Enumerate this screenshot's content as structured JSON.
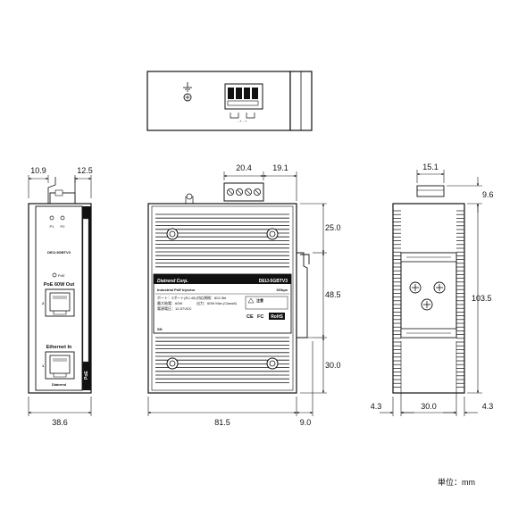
{
  "drawing": {
    "top_view": {
      "ground_symbol": "ground-icon",
      "terminal_label": "-  +  -  +"
    },
    "front_view": {
      "port_labels": [
        "P1",
        "P2"
      ],
      "model_label": "DEIJ-5GBTV3",
      "pwr_label": "PoE",
      "poe_out_label": "PoE 60W Out",
      "poe_out_port_no": "2",
      "ethernet_in_label": "Ethernet In",
      "ethernet_in_port_no": "1",
      "brand_small": "Diatrend",
      "side_label": "PoE"
    },
    "main_view": {
      "brand": "Diatrend Corp.",
      "model": "DEIJ-5GBTV3",
      "speed": "5Gbps",
      "subtitle": "Industrial PoE Injector",
      "spec_lines": [
        "ポート：2ポート(RJ-45)",
        "対応規格：802.3bt",
        "最大給電：60W",
        "電源電圧：12-57VDC",
        "出力：60W Max.(Class8)"
      ],
      "caution_label": "注意",
      "cert_marks": [
        "CE",
        "FC",
        "RoHS"
      ],
      "sn_label": "SN"
    },
    "dimensions": {
      "front_left": "10.9",
      "front_right": "12.5",
      "front_width": "38.6",
      "terminal_width": "20.4",
      "terminal_offset": "19.1",
      "main_width": "81.5",
      "seg_top": "25.0",
      "seg_mid": "48.5",
      "seg_bot": "30.0",
      "rail_depth": "9.0",
      "side_top": "15.1",
      "side_small": "9.6",
      "side_height": "103.5",
      "side_left": "4.3",
      "side_rail": "30.0",
      "side_right": "4.3"
    },
    "unit_label": "単位：mm"
  }
}
